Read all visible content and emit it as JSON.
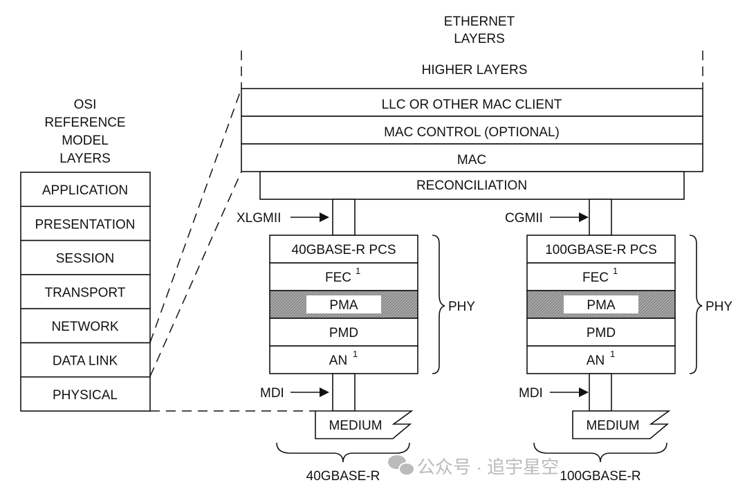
{
  "osi": {
    "title": [
      "OSI",
      "REFERENCE",
      "MODEL",
      "LAYERS"
    ],
    "layers": [
      "APPLICATION",
      "PRESENTATION",
      "SESSION",
      "TRANSPORT",
      "NETWORK",
      "DATA LINK",
      "PHYSICAL"
    ]
  },
  "ethernet": {
    "title": [
      "ETHERNET",
      "LAYERS"
    ],
    "higher": "HIGHER LAYERS",
    "layers": [
      "LLC OR OTHER MAC CLIENT",
      "MAC CONTROL (OPTIONAL)",
      "MAC"
    ],
    "reconciliation": "RECONCILIATION"
  },
  "stacks": [
    {
      "interface": "XLGMII",
      "pcs": "40GBASE-R PCS",
      "fec": "FEC",
      "pma": "PMA",
      "pmd": "PMD",
      "an": "AN",
      "footnote": "1",
      "phy": "PHY",
      "mdi": "MDI",
      "medium": "MEDIUM",
      "name": "40GBASE-R"
    },
    {
      "interface": "CGMII",
      "pcs": "100GBASE-R PCS",
      "fec": "FEC",
      "pma": "PMA",
      "pmd": "PMD",
      "an": "AN",
      "footnote": "1",
      "phy": "PHY",
      "mdi": "MDI",
      "medium": "MEDIUM",
      "name": "100GBASE-R"
    }
  ],
  "watermark": "公众号 · 追宇星空",
  "colors": {
    "line": "#111111",
    "hatch": "#888888",
    "watermark": "#bbbbbb"
  }
}
